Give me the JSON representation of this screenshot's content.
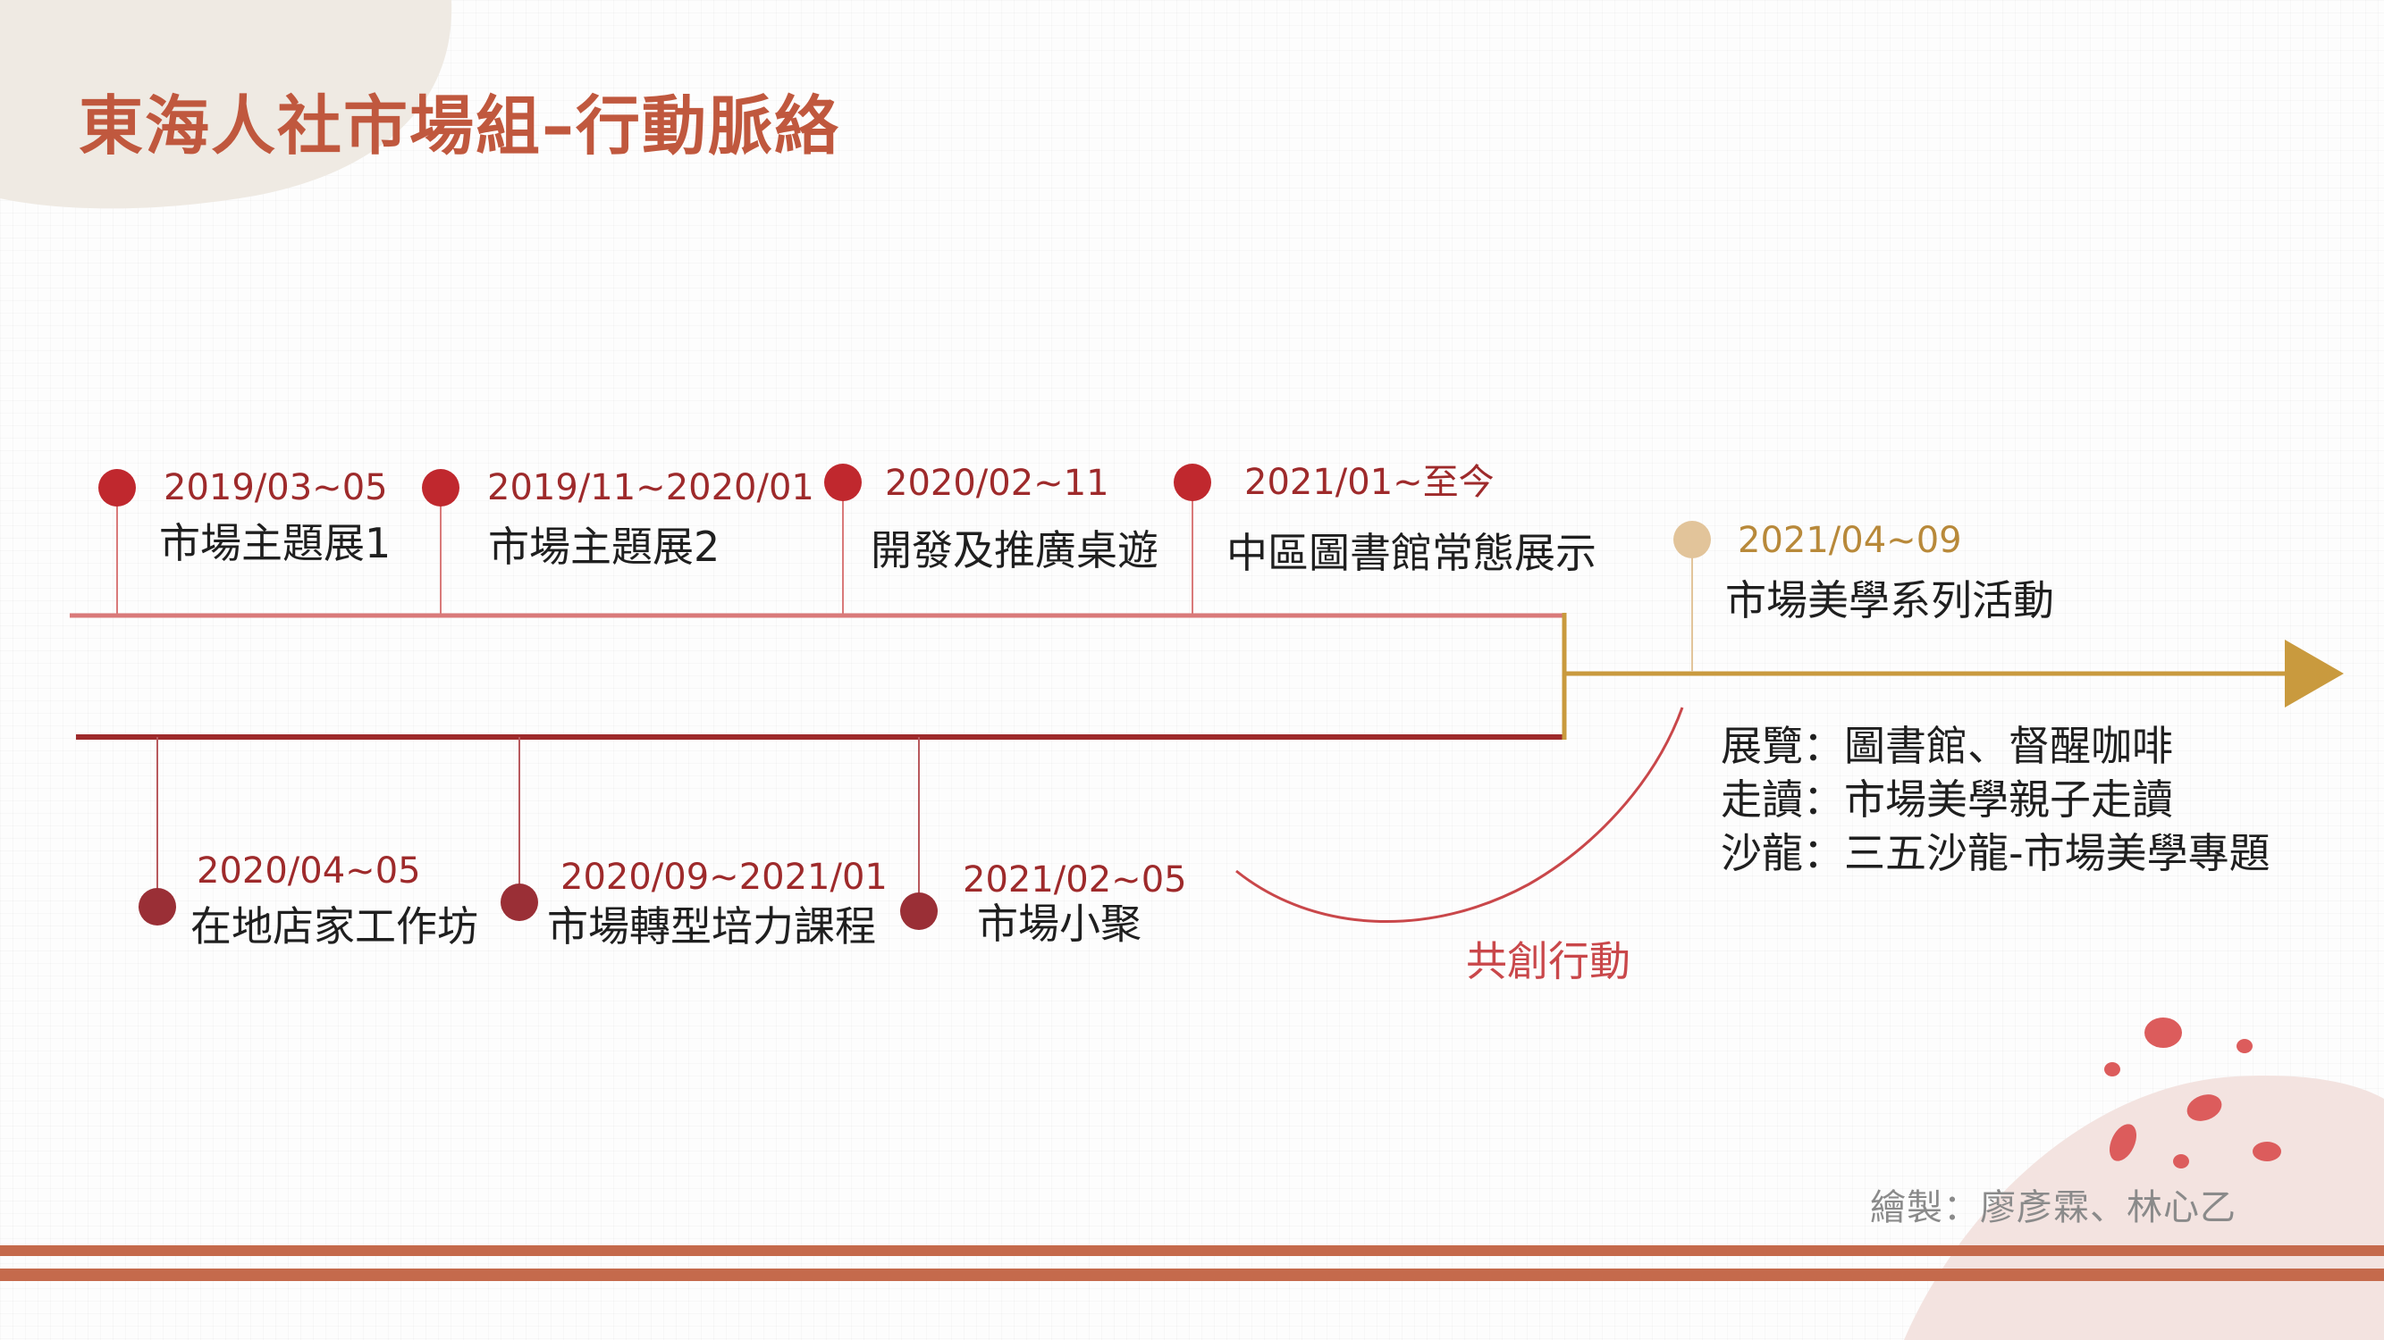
{
  "title": "東海人社市場組–行動脈絡",
  "upper_events": [
    {
      "date": "2019/03~05",
      "label": "市場主題展1"
    },
    {
      "date": "2019/11~2020/01",
      "label": "市場主題展2"
    },
    {
      "date": "2020/02~11",
      "label": "開發及推廣桌遊"
    },
    {
      "date": "2021/01~至今",
      "label": "中區圖書館常態展示"
    }
  ],
  "lower_events": [
    {
      "date": "2020/04~05",
      "label": "在地店家工作坊"
    },
    {
      "date": "2020/09~2021/01",
      "label": "市場轉型培力課程"
    },
    {
      "date": "2021/02~05",
      "label": "市場小聚"
    }
  ],
  "future_event": {
    "date": "2021/04~09",
    "label": "市場美學系列活動"
  },
  "details": [
    "展覽：圖書館、督醒咖啡",
    "走讀：市場美學親子走讀",
    "沙龍：三五沙龍-市場美學專題"
  ],
  "cocreate_label": "共創行動",
  "credit": "繪製：廖彥霖、林心乙",
  "colors": {
    "title": "#c0583e",
    "timeline_upper": "#d97a7a",
    "timeline_lower": "#9e2a2b",
    "upper_dot": "#c0282e",
    "lower_dot": "#9a2f36",
    "future": "#c99a3e",
    "future_dot": "#e2c49a",
    "stripes": "#c56a4c"
  }
}
